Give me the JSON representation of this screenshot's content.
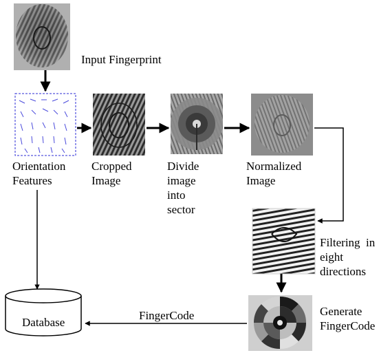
{
  "labels": {
    "input": "Input Fingerprint",
    "orientation": "Orientation\nFeatures",
    "cropped": "Cropped\nImage",
    "divide": "Divide\nimage\ninto\nsector",
    "normalized": "Normalized\nImage",
    "filtering": "Filtering  in\neight\ndirections",
    "generate": "Generate\nFingerCode",
    "database": "Database",
    "fingercode_edge": "FingerCode"
  },
  "images": {
    "input": "fingerprint-image",
    "orientation": "orientation-field-image",
    "cropped": "cropped-fingerprint-image",
    "divide": "sectored-fingerprint-image",
    "normalized": "normalized-fingerprint-image",
    "filtered": "gabor-filtered-image",
    "fingercode": "fingercode-sector-map"
  },
  "colors": {
    "arrow": "#000000",
    "orientation_dash": "#2b2bd6"
  }
}
